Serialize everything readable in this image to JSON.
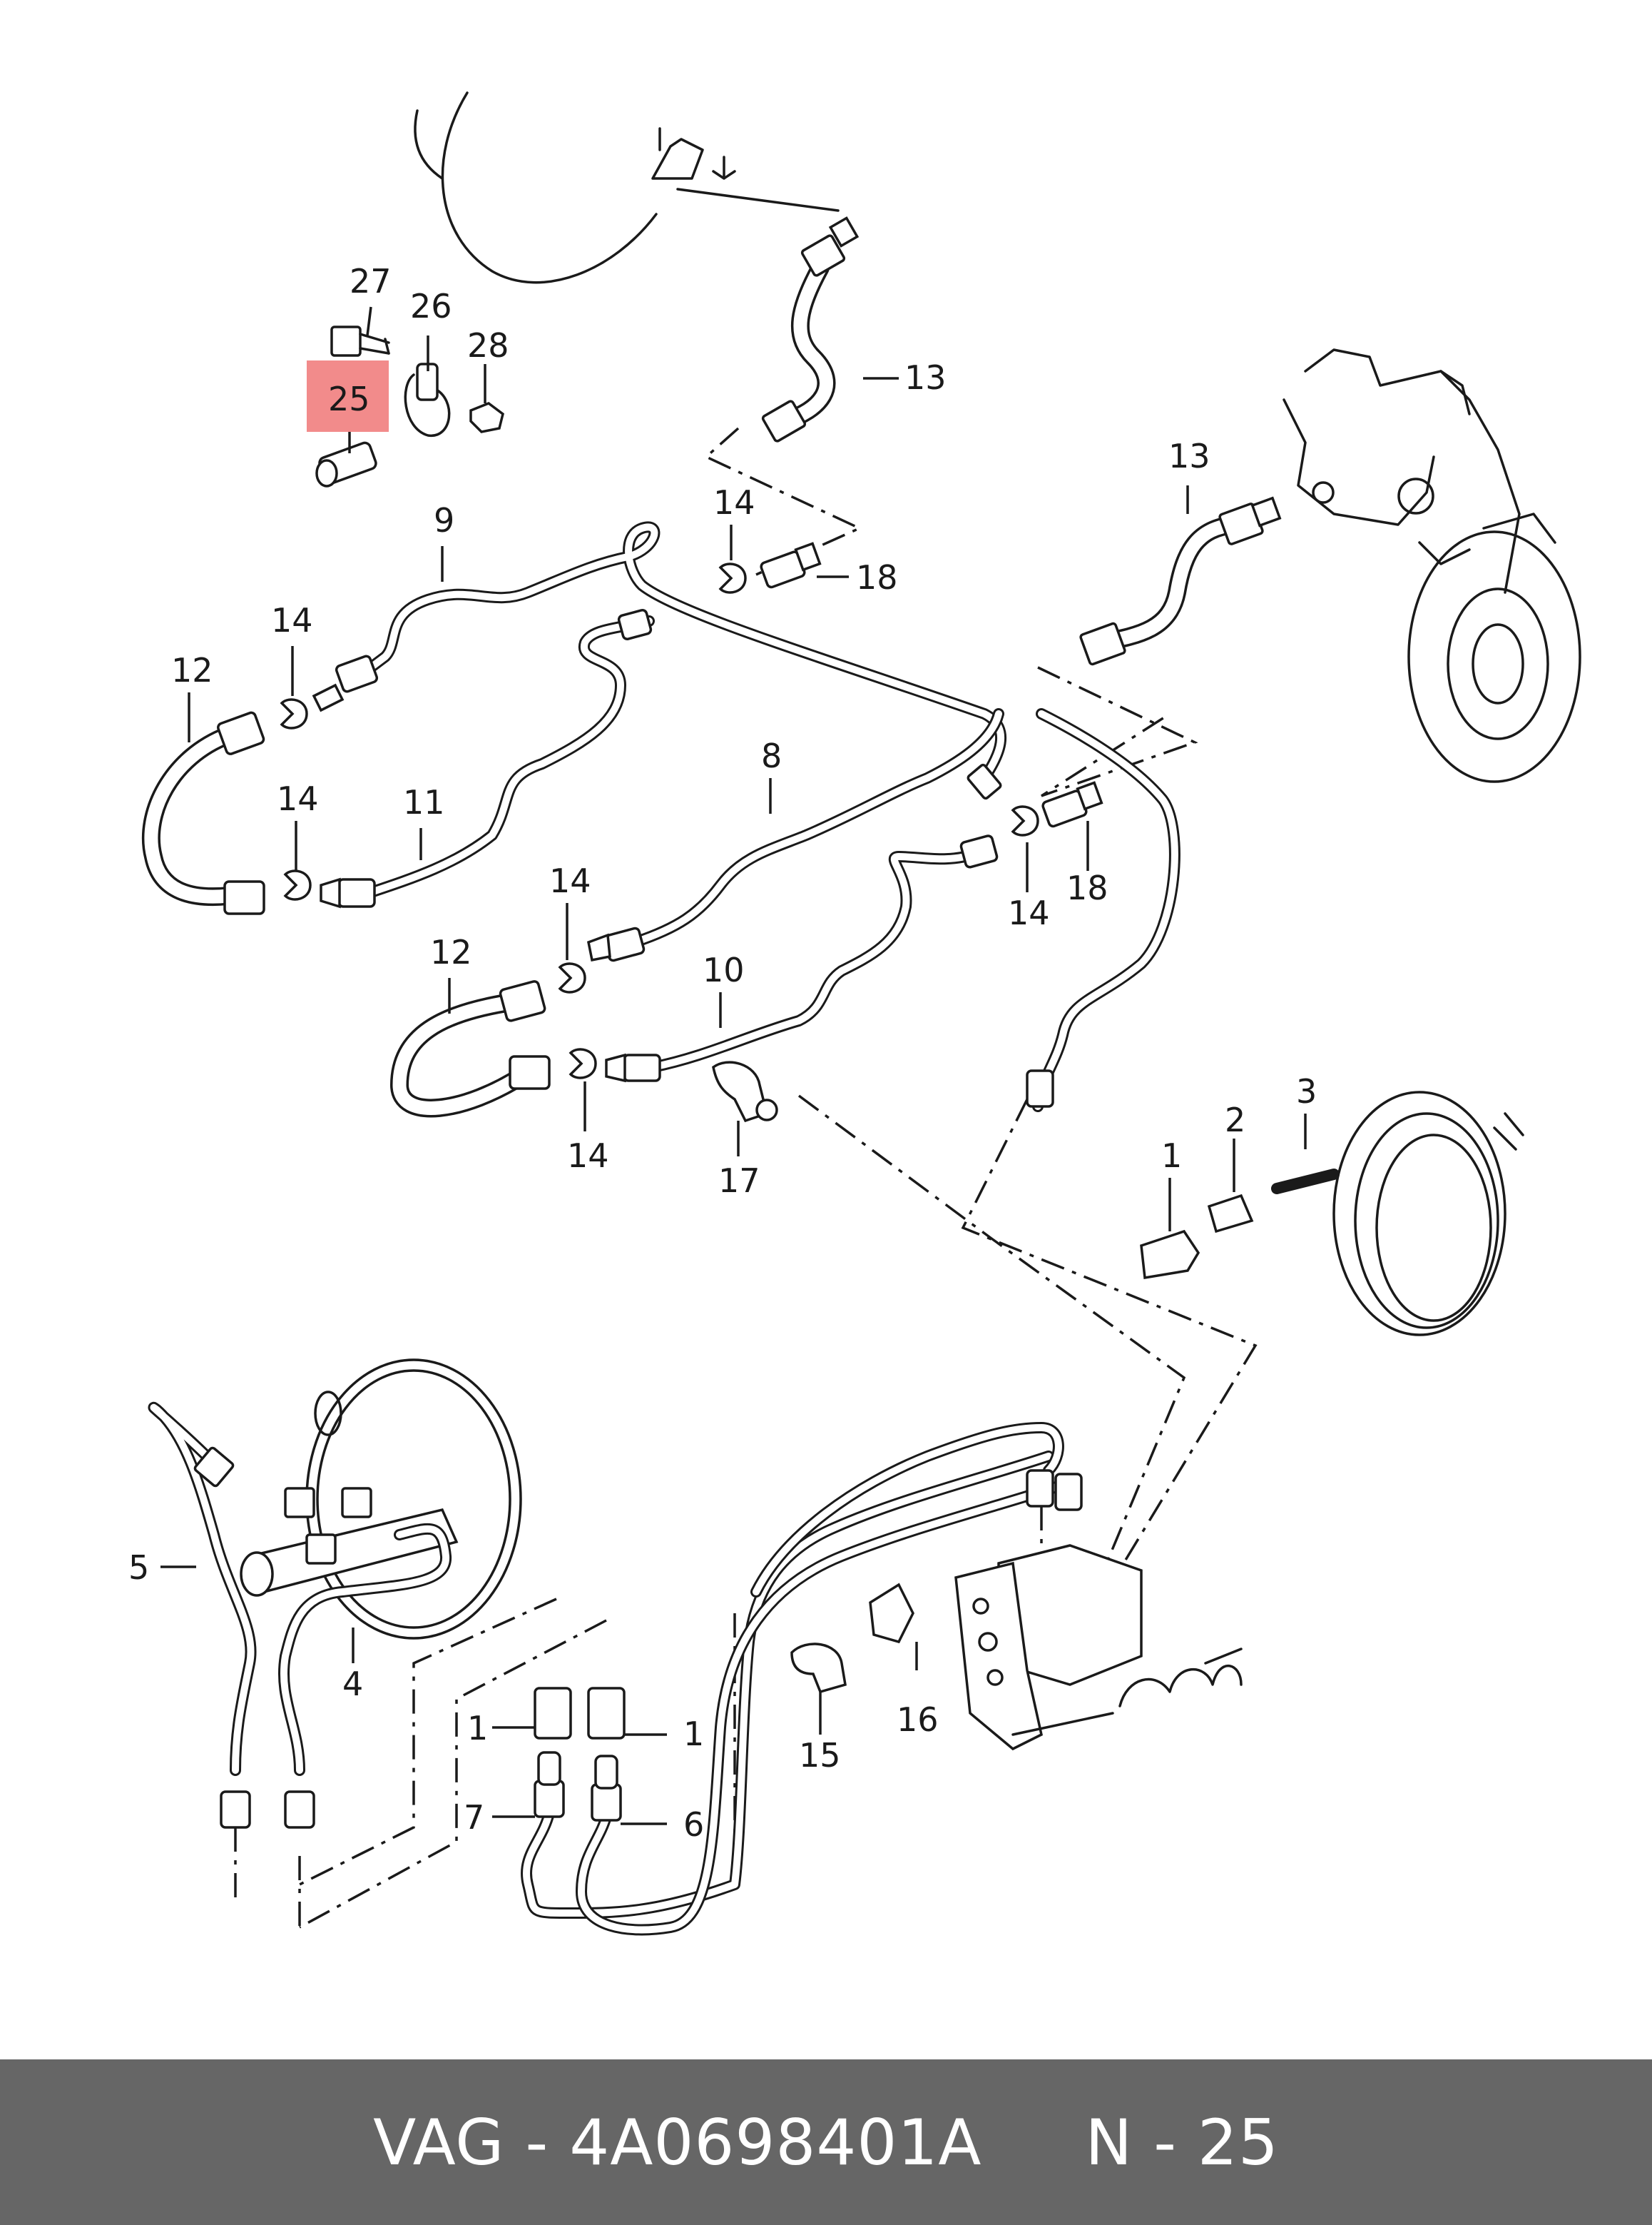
{
  "diagram": {
    "highlight_color": "#f28b8b",
    "labels": [
      {
        "id": "27",
        "text": "27"
      },
      {
        "id": "26",
        "text": "26"
      },
      {
        "id": "28",
        "text": "28"
      },
      {
        "id": "25",
        "text": "25"
      },
      {
        "id": "13a",
        "text": "13"
      },
      {
        "id": "13b",
        "text": "13"
      },
      {
        "id": "9",
        "text": "9"
      },
      {
        "id": "14a",
        "text": "14"
      },
      {
        "id": "18a",
        "text": "18"
      },
      {
        "id": "14b",
        "text": "14"
      },
      {
        "id": "12a",
        "text": "12"
      },
      {
        "id": "14c",
        "text": "14"
      },
      {
        "id": "11",
        "text": "11"
      },
      {
        "id": "8",
        "text": "8"
      },
      {
        "id": "14d",
        "text": "14"
      },
      {
        "id": "18b",
        "text": "18"
      },
      {
        "id": "14e",
        "text": "14"
      },
      {
        "id": "12b",
        "text": "12"
      },
      {
        "id": "10",
        "text": "10"
      },
      {
        "id": "14f",
        "text": "14"
      },
      {
        "id": "17",
        "text": "17"
      },
      {
        "id": "1a",
        "text": "1"
      },
      {
        "id": "2",
        "text": "2"
      },
      {
        "id": "3",
        "text": "3"
      },
      {
        "id": "5",
        "text": "5"
      },
      {
        "id": "4",
        "text": "4"
      },
      {
        "id": "1b",
        "text": "1"
      },
      {
        "id": "1c",
        "text": "1"
      },
      {
        "id": "7",
        "text": "7"
      },
      {
        "id": "6",
        "text": "6"
      },
      {
        "id": "15",
        "text": "15"
      },
      {
        "id": "16",
        "text": "16"
      }
    ]
  },
  "footer": {
    "brand": "VAG",
    "separator": " - ",
    "part_number": "4A0698401A",
    "position_prefix": "N",
    "position": "25"
  }
}
